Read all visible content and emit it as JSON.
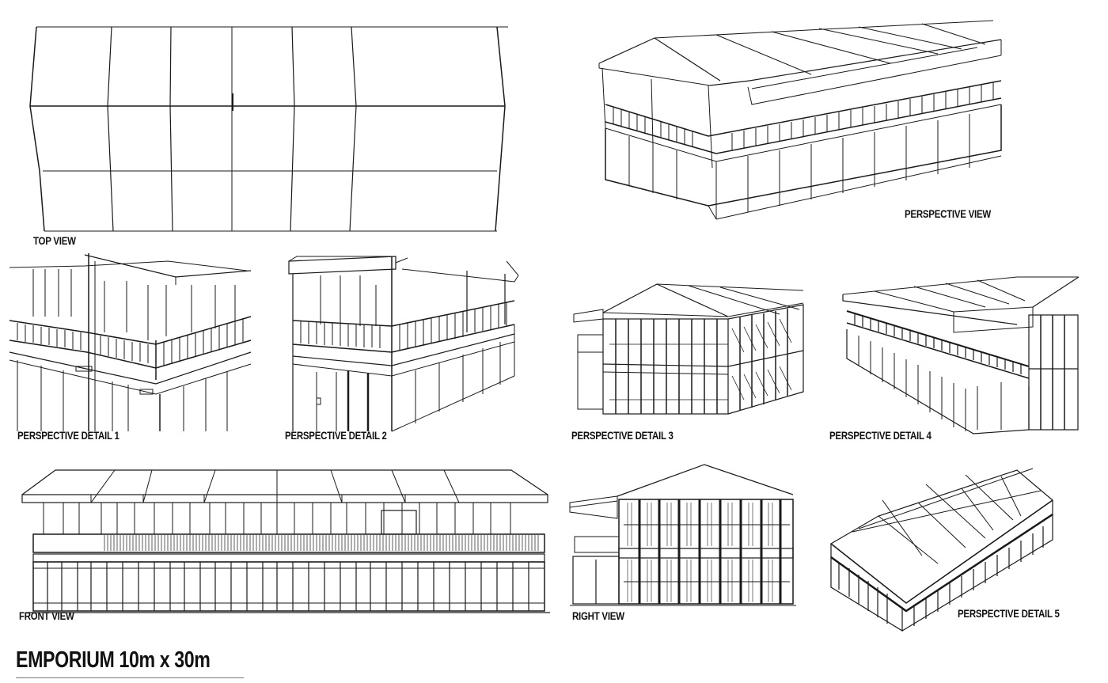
{
  "sheet": {
    "title": "EMPORIUM 10m x 30m"
  },
  "views": [
    {
      "id": "top",
      "label": "TOP VIEW"
    },
    {
      "id": "perspective",
      "label": "PERSPECTIVE VIEW"
    },
    {
      "id": "detail1",
      "label": "PERSPECTIVE DETAIL 1"
    },
    {
      "id": "detail2",
      "label": "PERSPECTIVE DETAIL 2"
    },
    {
      "id": "detail3",
      "label": "PERSPECTIVE DETAIL 3"
    },
    {
      "id": "detail4",
      "label": "PERSPECTIVE DETAIL 4"
    },
    {
      "id": "front",
      "label": "FRONT VIEW"
    },
    {
      "id": "right",
      "label": "RIGHT VIEW"
    },
    {
      "id": "detail5",
      "label": "PERSPECTIVE DETAIL 5"
    }
  ],
  "colors": {
    "line": "#1a1a1a",
    "background": "#ffffff",
    "title_rule": "#777777"
  }
}
